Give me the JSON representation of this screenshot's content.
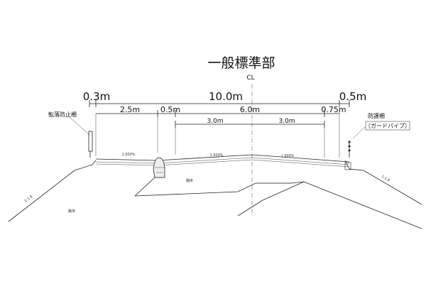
{
  "title": "一般標準部",
  "centerline_mark": "CL",
  "dimensions": {
    "row1": {
      "left": "0.3m",
      "center": "10.0m",
      "right": "0.5m"
    },
    "row2": {
      "a": "2.5m",
      "b": "0.5m",
      "c": "6.0m",
      "d": "0.75m"
    },
    "row3": {
      "left": "3.0m",
      "right": "3.0m"
    }
  },
  "slopes": {
    "s1": "1.000%",
    "s2": "1.500%",
    "s3": "1.500%"
  },
  "labels": {
    "fall_fence": "転落防止柵",
    "guard_fence": "防護柵",
    "guard_fence_type": "（ガードパイプ）",
    "fill_1": "路床",
    "fill_2": "路体",
    "side_slope_left": "1:1.8",
    "side_slope_right": "1:1.8"
  }
}
